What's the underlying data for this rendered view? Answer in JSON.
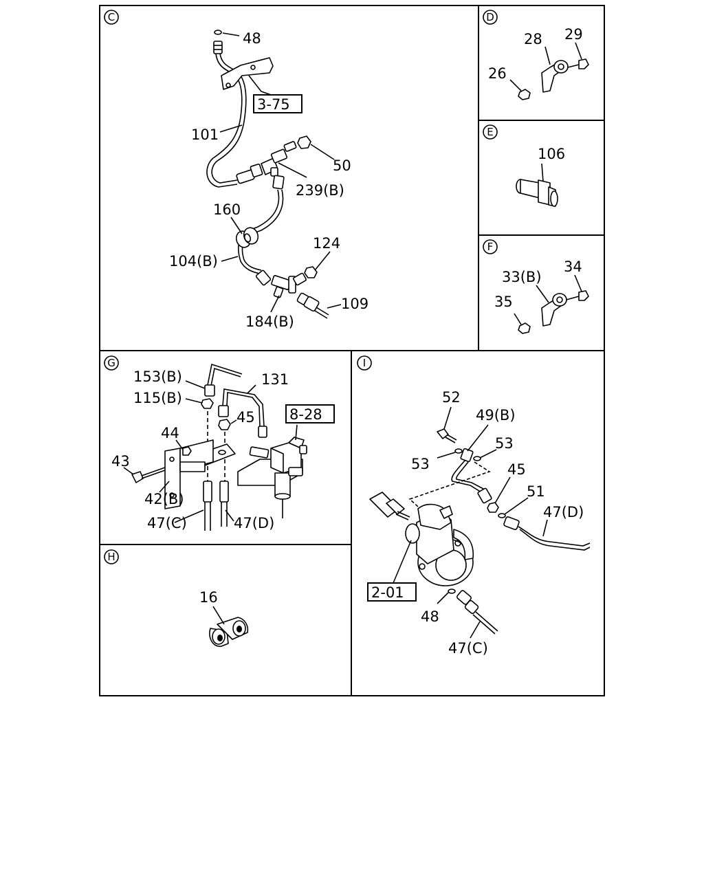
{
  "sections": {
    "C": {
      "letter": "C",
      "labels": [
        "48",
        "3-75",
        "101",
        "50",
        "239(B)",
        "160",
        "124",
        "104(B)",
        "109",
        "184(B)"
      ]
    },
    "D": {
      "letter": "D",
      "labels": [
        "28",
        "29",
        "26"
      ]
    },
    "E": {
      "letter": "E",
      "labels": [
        "106"
      ]
    },
    "F": {
      "letter": "F",
      "labels": [
        "34",
        "33(B)",
        "35"
      ]
    },
    "G": {
      "letter": "G",
      "labels": [
        "153(B)",
        "131",
        "115(B)",
        "8-28",
        "45",
        "44",
        "43",
        "42(B)",
        "47(C)",
        "47(D)"
      ]
    },
    "H": {
      "letter": "H",
      "labels": [
        "16"
      ]
    },
    "I": {
      "letter": "I",
      "labels": [
        "52",
        "49(B)",
        "53",
        "53",
        "45",
        "51",
        "47(D)",
        "2-01",
        "48",
        "47(C)"
      ]
    }
  }
}
